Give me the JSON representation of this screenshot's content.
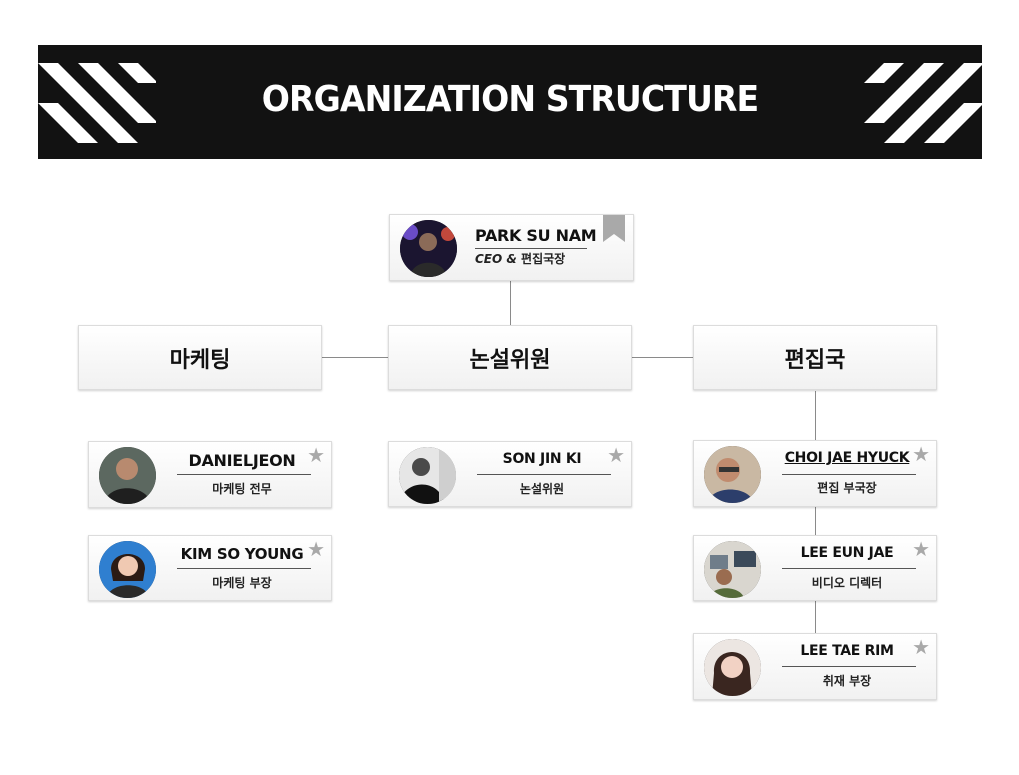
{
  "header": {
    "title": "ORGANIZATION STRUCTURE"
  },
  "ceo": {
    "name": "PARK SU NAM",
    "role_prefix": "CEO &",
    "role_suffix": "편집국장",
    "icon": "bookmark-icon"
  },
  "departments": {
    "marketing": "마케팅",
    "editorial_board": "논설위원",
    "editorial": "편집국"
  },
  "members": {
    "daniel": {
      "name": "DANIELJEON",
      "role": "마케팅 전무"
    },
    "kimsoyoung": {
      "name": "KIM SO YOUNG",
      "role": "마케팅 부장"
    },
    "sonjinki": {
      "name": "SON  JIN KI",
      "role": "논설위원"
    },
    "choijaehyuck": {
      "name": "CHOI JAE HYUCK",
      "role": "편집 부국장"
    },
    "leeeunjae": {
      "name": "LEE EUN JAE",
      "role": "비디오 디렉터"
    },
    "leetaerim": {
      "name": "LEE TAE RIM",
      "role": "취재 부장"
    }
  },
  "icons": {
    "member_marker": "star-icon",
    "banner_decoration": "checker-pattern-icon"
  },
  "colors": {
    "banner": "#121212",
    "connector": "#8a8a8a",
    "star": "#a9a9a9"
  }
}
